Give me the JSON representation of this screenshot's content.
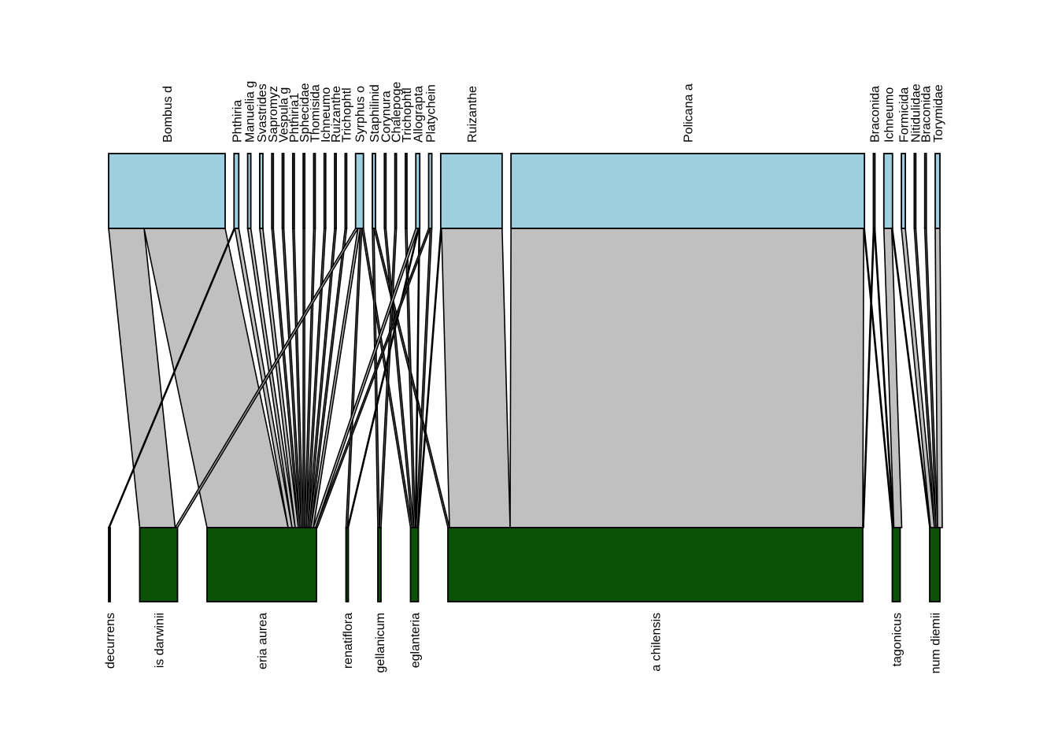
{
  "chart_data": {
    "type": "bipartite",
    "title": "",
    "higher_level": [
      {
        "label": "Bombus d",
        "width": 148
      },
      {
        "label": "Phthiria",
        "width": 6
      },
      {
        "label": "Manuelia g",
        "width": 4
      },
      {
        "label": "Svastrides",
        "width": 4
      },
      {
        "label": "Sapromyz",
        "width": 2
      },
      {
        "label": "Vespula g",
        "width": 2
      },
      {
        "label": "Phthiria1",
        "width": 2
      },
      {
        "label": "Sphecidae",
        "width": 2
      },
      {
        "label": "Thomisida",
        "width": 2
      },
      {
        "label": "Ichneumo",
        "width": 2
      },
      {
        "label": "Ruizanthe",
        "width": 2
      },
      {
        "label": "Trichophtl",
        "width": 2
      },
      {
        "label": "Syrphus o",
        "width": 10
      },
      {
        "label": "Staphilinid",
        "width": 4
      },
      {
        "label": "Corynura",
        "width": 2
      },
      {
        "label": "Chalepoge",
        "width": 2
      },
      {
        "label": "Trichophtl",
        "width": 2
      },
      {
        "label": "Allograpta",
        "width": 5
      },
      {
        "label": "Platychein",
        "width": 4
      },
      {
        "label": "Ruizanthe",
        "width": 78
      },
      {
        "label": "Policana a",
        "width": 449
      },
      {
        "label": "Braconida",
        "width": 2
      },
      {
        "label": "Ichneumo",
        "width": 11
      },
      {
        "label": "Formicida",
        "width": 5
      },
      {
        "label": "Nitidulidae",
        "width": 2
      },
      {
        "label": "Braconida",
        "width": 2
      },
      {
        "label": "Torymidae",
        "width": 6
      }
    ],
    "lower_level": [
      {
        "label": "decurrens",
        "width": 2
      },
      {
        "label": "is darwinii",
        "width": 48
      },
      {
        "label": "eria aurea",
        "width": 139
      },
      {
        "label": "renatiflora",
        "width": 3
      },
      {
        "label": "gellanicum",
        "width": 4
      },
      {
        "label": "eglanteria",
        "width": 10
      },
      {
        "label": "a chilensis",
        "width": 527
      },
      {
        "label": "tagonicus",
        "width": 10
      },
      {
        "label": "num diemii",
        "width": 13
      }
    ],
    "links": [
      {
        "from": 0,
        "to": 1,
        "value": 45
      },
      {
        "from": 0,
        "to": 2,
        "value": 103
      },
      {
        "from": 1,
        "to": 0,
        "value": 1
      },
      {
        "from": 1,
        "to": 2,
        "value": 5
      },
      {
        "from": 2,
        "to": 2,
        "value": 4
      },
      {
        "from": 3,
        "to": 2,
        "value": 4
      },
      {
        "from": 4,
        "to": 2,
        "value": 2
      },
      {
        "from": 5,
        "to": 2,
        "value": 2
      },
      {
        "from": 6,
        "to": 2,
        "value": 2
      },
      {
        "from": 7,
        "to": 2,
        "value": 2
      },
      {
        "from": 8,
        "to": 2,
        "value": 2
      },
      {
        "from": 9,
        "to": 2,
        "value": 2
      },
      {
        "from": 10,
        "to": 2,
        "value": 2
      },
      {
        "from": 11,
        "to": 2,
        "value": 2
      },
      {
        "from": 12,
        "to": 1,
        "value": 3
      },
      {
        "from": 12,
        "to": 2,
        "value": 3
      },
      {
        "from": 12,
        "to": 3,
        "value": 2
      },
      {
        "from": 12,
        "to": 5,
        "value": 2
      },
      {
        "from": 13,
        "to": 4,
        "value": 2
      },
      {
        "from": 13,
        "to": 6,
        "value": 2
      },
      {
        "from": 14,
        "to": 5,
        "value": 2
      },
      {
        "from": 15,
        "to": 4,
        "value": 2
      },
      {
        "from": 16,
        "to": 5,
        "value": 2
      },
      {
        "from": 17,
        "to": 2,
        "value": 3
      },
      {
        "from": 17,
        "to": 3,
        "value": 1
      },
      {
        "from": 17,
        "to": 5,
        "value": 1
      },
      {
        "from": 18,
        "to": 2,
        "value": 2
      },
      {
        "from": 18,
        "to": 5,
        "value": 2
      },
      {
        "from": 19,
        "to": 5,
        "value": 1
      },
      {
        "from": 19,
        "to": 6,
        "value": 77
      },
      {
        "from": 20,
        "to": 6,
        "value": 448
      },
      {
        "from": 20,
        "to": 7,
        "value": 1
      },
      {
        "from": 21,
        "to": 6,
        "value": 1
      },
      {
        "from": 21,
        "to": 7,
        "value": 1
      },
      {
        "from": 22,
        "to": 7,
        "value": 10
      },
      {
        "from": 22,
        "to": 8,
        "value": 1
      },
      {
        "from": 23,
        "to": 8,
        "value": 5
      },
      {
        "from": 24,
        "to": 8,
        "value": 2
      },
      {
        "from": 25,
        "to": 8,
        "value": 2
      },
      {
        "from": 26,
        "to": 8,
        "value": 6
      }
    ]
  }
}
